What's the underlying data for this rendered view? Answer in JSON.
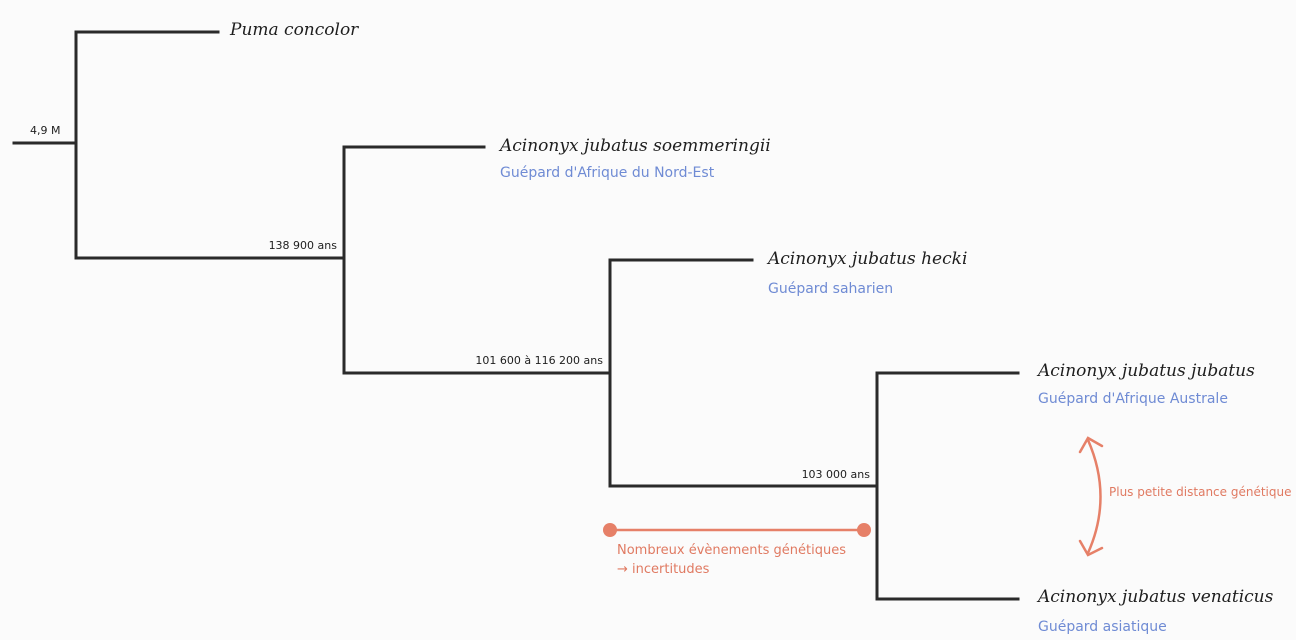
{
  "tree": {
    "root_age": "4,9 M",
    "node_ages": [
      "138 900 ans",
      "101 600 à 116 200 ans",
      "103 000 ans"
    ],
    "taxa": [
      {
        "species": "Puma concolor",
        "common": ""
      },
      {
        "species": "Acinonyx jubatus soemmeringii",
        "common": "Guépard d'Afrique du Nord-Est"
      },
      {
        "species": "Acinonyx jubatus hecki",
        "common": "Guépard saharien"
      },
      {
        "species": "Acinonyx jubatus jubatus",
        "common": "Guépard d'Afrique Australe"
      },
      {
        "species": "Acinonyx jubatus venaticus",
        "common": "Guépard asiatique"
      }
    ]
  },
  "annotations": {
    "genetic_events_line1": "Nombreux évènements génétiques",
    "genetic_events_line2": "→ incertitudes",
    "smallest_distance": "Plus petite distance génétique"
  },
  "colors": {
    "tree": "#2a2a2a",
    "common_name": "#6f8bd4",
    "annotation": "#e07a62"
  }
}
